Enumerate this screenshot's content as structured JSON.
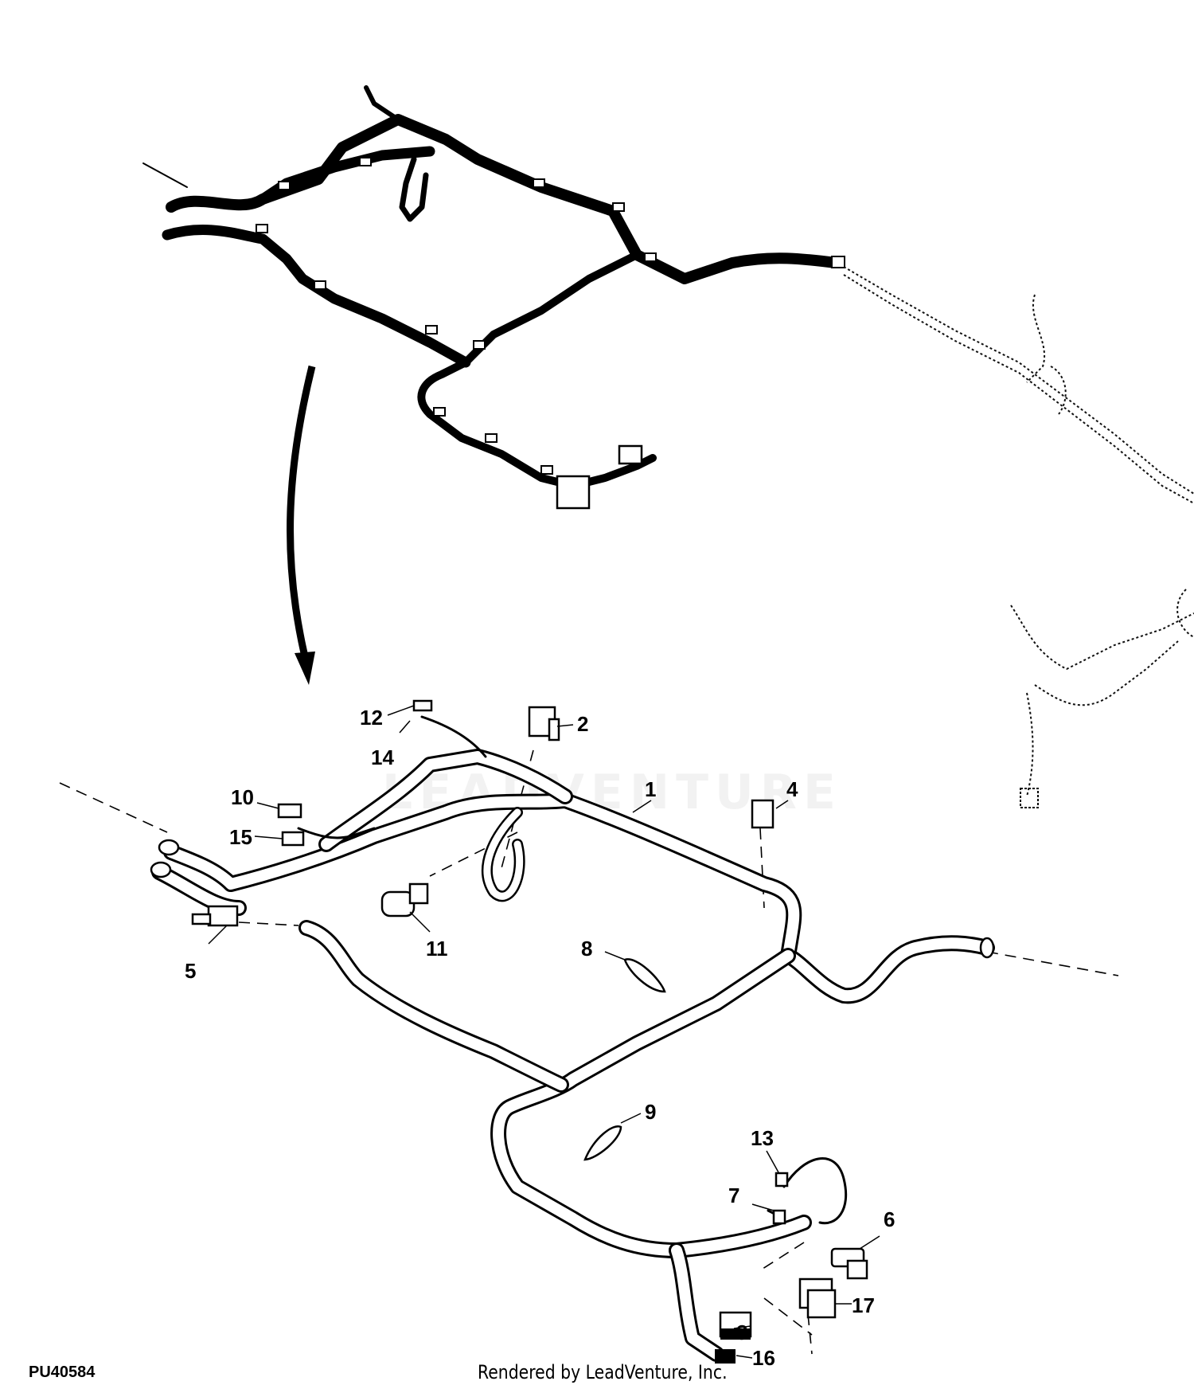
{
  "figure_id": "PU40584",
  "credit": "Rendered by LeadVenture, Inc.",
  "watermark": "LEADVENTURE",
  "callouts": [
    "1",
    "2",
    "3",
    "4",
    "5",
    "6",
    "7",
    "8",
    "9",
    "10",
    "11",
    "12",
    "13",
    "14",
    "15",
    "16",
    "17"
  ]
}
